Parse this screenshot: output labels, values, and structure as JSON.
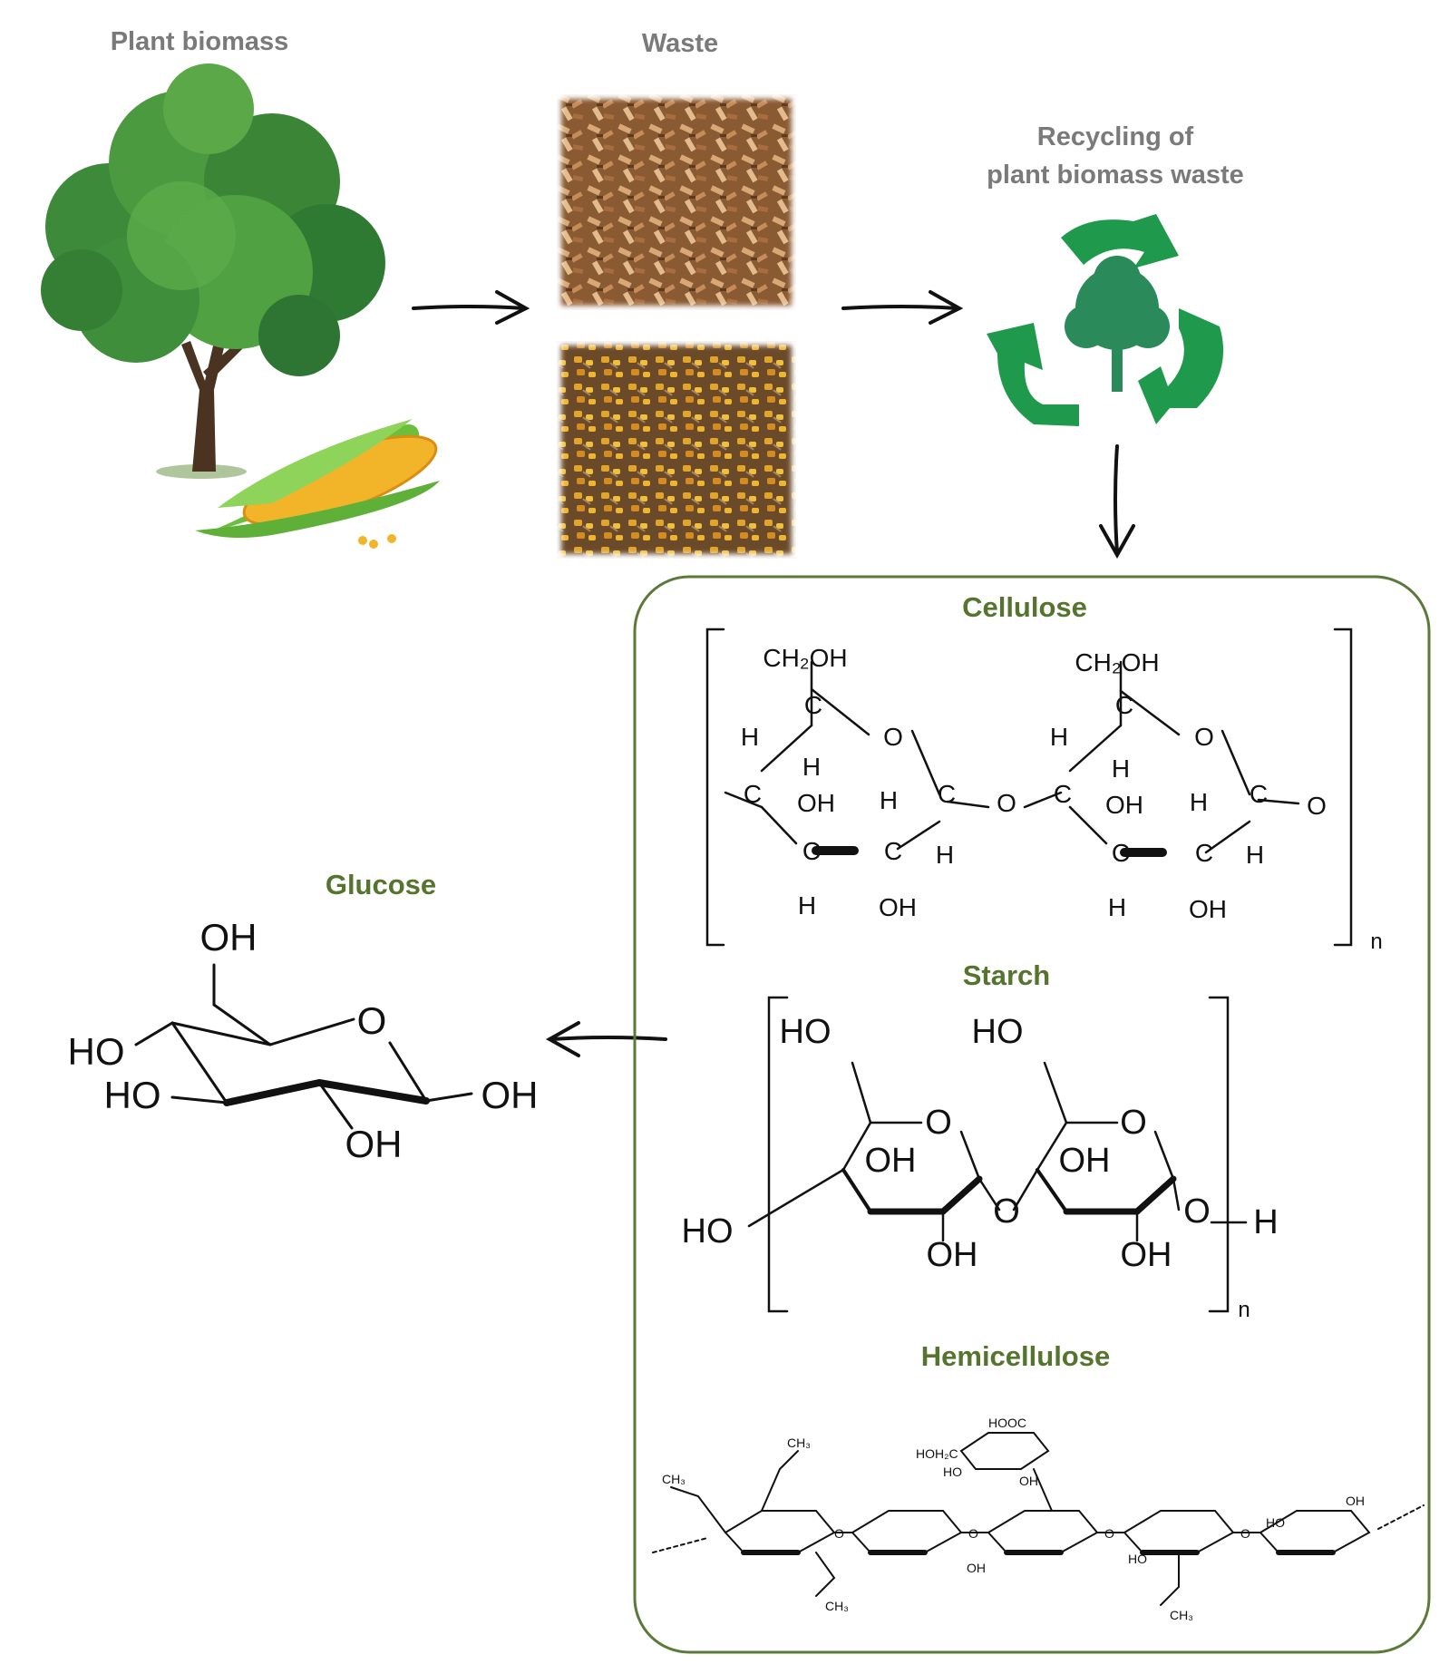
{
  "labels": {
    "plant_biomass": "Plant biomass",
    "waste": "Waste",
    "recycling_line1": "Recycling of",
    "recycling_line2": "plant biomass waste",
    "cellulose": "Cellulose",
    "starch": "Starch",
    "hemicellulose": "Hemicellulose",
    "glucose": "Glucose"
  },
  "chem": {
    "ch2oh": "CH₂OH",
    "o": "O",
    "oh": "OH",
    "ho": "HO",
    "h": "H",
    "c": "C",
    "n": "n"
  },
  "colors": {
    "label_grey": "#7a7a7a",
    "label_green": "#55752f",
    "box_border": "#5b7a3a",
    "recycle_green": "#1f9a4c",
    "tree_green": "#2f8f3e",
    "wood_chips": "#b07a4a",
    "corn_waste": "#c99a2e"
  },
  "icons": [
    "tree-icon",
    "corn-icon",
    "wood-chips-image",
    "corn-waste-image",
    "recycle-icon",
    "arrow-right-icon",
    "arrow-down-icon",
    "arrow-left-icon"
  ]
}
